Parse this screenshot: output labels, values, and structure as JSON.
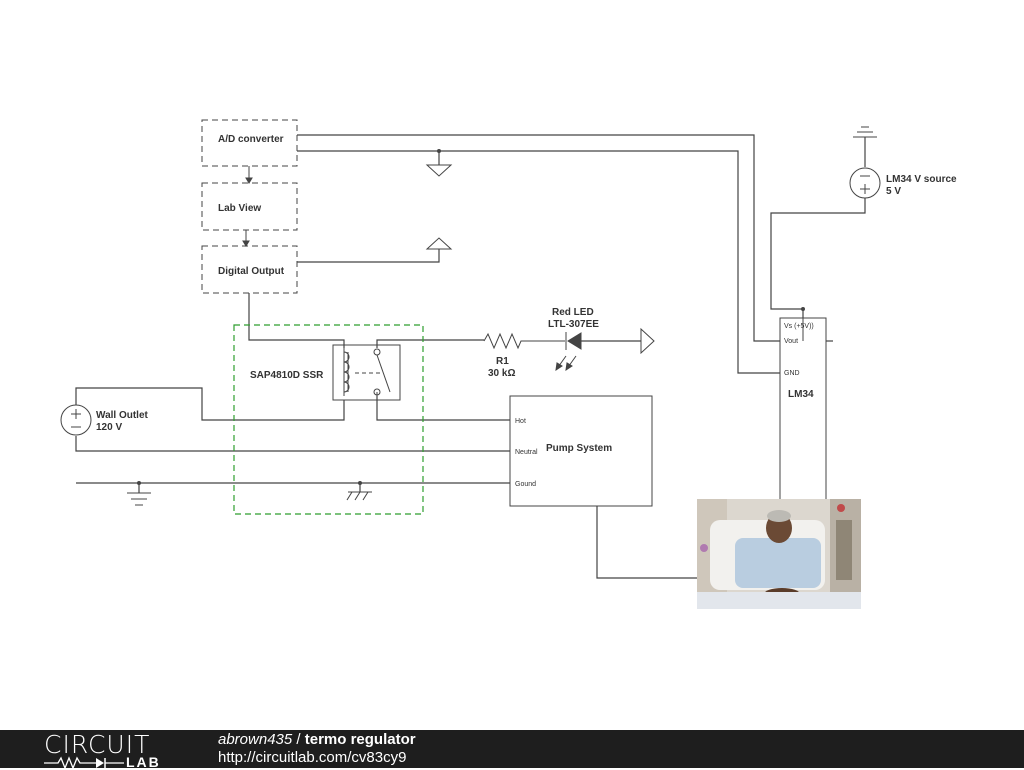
{
  "blocks": {
    "ad_converter": "A/D converter",
    "lab_view": "Lab View",
    "digital_output": "Digital Output",
    "pump_system": "Pump System",
    "lm34": "LM34"
  },
  "components": {
    "ssr": "SAP4810D SSR",
    "resistor_name": "R1",
    "resistor_value": "30 kΩ",
    "led_name": "Red LED",
    "led_part": "LTL-307EE",
    "source_name": "LM34 V source",
    "source_value": "5 V",
    "outlet_name": "Wall Outlet",
    "outlet_value": "120 V"
  },
  "pins": {
    "vs": "Vs (+5V))",
    "vout": "Vout",
    "gnd": "GND",
    "hot": "Hot",
    "neutral": "Neutral",
    "ground": "Gound"
  },
  "footer": {
    "logo_top": "CIRCUIT",
    "logo_bottom": "LAB",
    "user": "abrown435",
    "separator": " / ",
    "title": "termo regulator",
    "url": "http://circuitlab.com/cv83cy9"
  },
  "colors": {
    "wire": "#444444",
    "ssr_box": "#2e9e2e",
    "footer_bg": "#1e1e1e"
  }
}
